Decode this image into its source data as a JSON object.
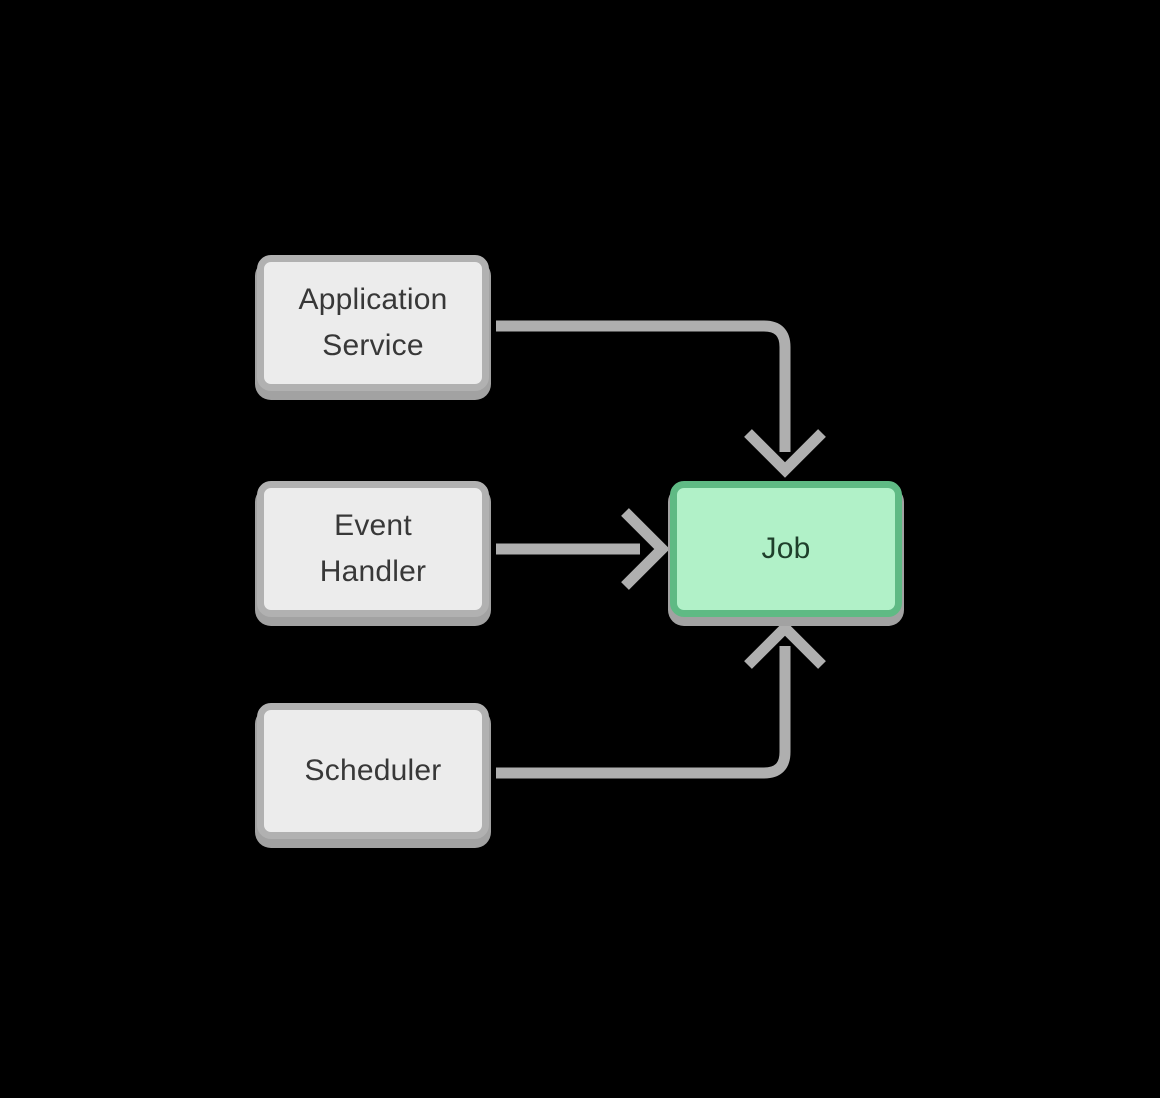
{
  "diagram": {
    "type": "flow-diagram",
    "nodes": [
      {
        "id": "application-service",
        "label": "Application\nService",
        "role": "source"
      },
      {
        "id": "event-handler",
        "label": "Event\nHandler",
        "role": "source"
      },
      {
        "id": "scheduler",
        "label": "Scheduler",
        "role": "source"
      },
      {
        "id": "job",
        "label": "Job",
        "role": "target"
      }
    ],
    "edges": [
      {
        "from": "application-service",
        "to": "job",
        "entry_side": "top"
      },
      {
        "from": "event-handler",
        "to": "job",
        "entry_side": "left"
      },
      {
        "from": "scheduler",
        "to": "job",
        "entry_side": "bottom"
      }
    ]
  },
  "colors": {
    "bg": "#000000",
    "node_fill": "#ececec",
    "node_border": "#b1b1b1",
    "node_text": "#383838",
    "accent_fill": "#b1f1c8",
    "accent_border": "#5fba84",
    "accent_text": "#1f3f2b",
    "arrow": "#afafaf",
    "shadow": "#a2a2a2"
  }
}
